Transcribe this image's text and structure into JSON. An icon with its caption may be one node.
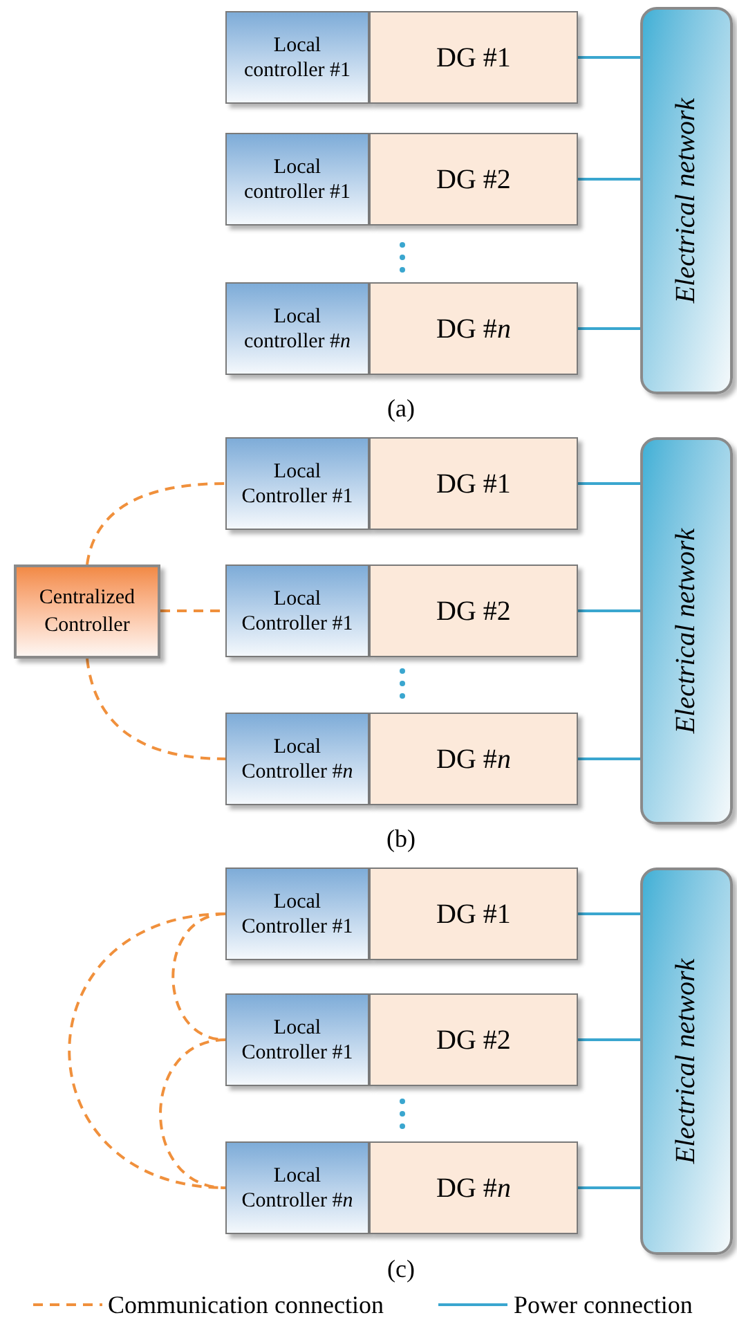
{
  "diagram": {
    "nodes": [
      {
        "text": [
          "Local controller #1"
        ]
      },
      {
        "text": [
          "DG #1"
        ]
      },
      {
        "text": [
          "Local controller #1"
        ]
      },
      {
        "text": [
          "DG #2"
        ]
      },
      {
        "text": [
          "Local controller #*n*"
        ]
      },
      {
        "text": [
          "DG #*n*"
        ]
      },
      {
        "text": [
          "Electrical network"
        ]
      },
      {
        "text": [
          "Centralized Controller"
        ]
      },
      {
        "text": [
          "Local Controller #1"
        ]
      },
      {
        "text": [
          "DG #1"
        ]
      },
      {
        "text": [
          "Local Controller #1"
        ]
      },
      {
        "text": [
          "DG #2"
        ]
      },
      {
        "text": [
          "Local Controller #*n*"
        ]
      },
      {
        "text": [
          "DG #*n*"
        ]
      },
      {
        "text": [
          "Electrical network"
        ]
      },
      {
        "text": [
          "Local Controller #1"
        ]
      },
      {
        "text": [
          "DG #1"
        ]
      },
      {
        "text": [
          "Local Controller #1"
        ]
      },
      {
        "text": [
          "DG #2"
        ]
      },
      {
        "text": [
          "Local Controller #*n*"
        ]
      },
      {
        "text": [
          "DG #*n*"
        ]
      },
      {
        "text": [
          "Electrical network"
        ]
      }
    ],
    "edges": [
      {
        "from": 1,
        "to": 6,
        "arrow": "none"
      },
      {
        "from": 3,
        "to": 6,
        "arrow": "none"
      },
      {
        "from": 5,
        "to": 6,
        "arrow": "none"
      },
      {
        "from": 7,
        "to": 8,
        "arrow": "none",
        "style": "dashed",
        "color": "#f0903c"
      },
      {
        "from": 7,
        "to": 10,
        "arrow": "none",
        "style": "dashed",
        "color": "#f0903c"
      },
      {
        "from": 7,
        "to": 12,
        "arrow": "none",
        "style": "dashed",
        "color": "#f0903c"
      },
      {
        "from": 9,
        "to": 14,
        "arrow": "none"
      },
      {
        "from": 11,
        "to": 14,
        "arrow": "none"
      },
      {
        "from": 13,
        "to": 14,
        "arrow": "none"
      },
      {
        "from": 15,
        "to": 17,
        "arrow": "none",
        "style": "dashed",
        "color": "#f0903c"
      },
      {
        "from": 15,
        "to": 19,
        "arrow": "none",
        "style": "dashed",
        "color": "#f0903c"
      },
      {
        "from": 17,
        "to": 19,
        "arrow": "none",
        "style": "dashed",
        "color": "#f0903c"
      },
      {
        "from": 16,
        "to": 21,
        "arrow": "none"
      },
      {
        "from": 18,
        "to": 21,
        "arrow": "none"
      },
      {
        "from": 20,
        "to": 21,
        "arrow": "none"
      }
    ],
    "labels": [
      "(a)",
      "(b)",
      "(c)"
    ],
    "legend": [
      {
        "text": "Communication connection"
      },
      {
        "text": "Power connection"
      }
    ]
  }
}
